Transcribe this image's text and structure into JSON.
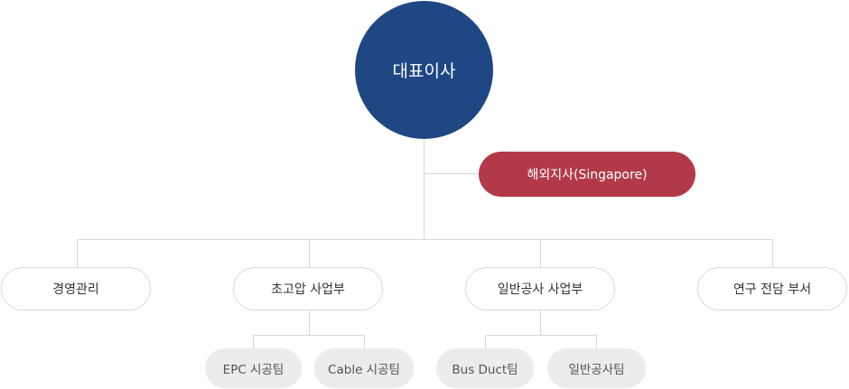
{
  "ceo": {
    "label": "대표이사"
  },
  "overseas_branch": {
    "label": "해외지사(Singapore)"
  },
  "divisions": [
    {
      "label": "경영관리"
    },
    {
      "label": "초고압 사업부"
    },
    {
      "label": "일반공사 사업부"
    },
    {
      "label": "연구 전담 부서"
    }
  ],
  "teams": [
    {
      "label": "EPC 시공팀"
    },
    {
      "label": "Cable 시공팀"
    },
    {
      "label": "Bus Duct팀"
    },
    {
      "label": "일반공사팀"
    }
  ],
  "colors": {
    "ceo": "#1e4784",
    "branch": "#b23a48",
    "team_fill": "#ececec",
    "connector": "#d8d8d8"
  }
}
